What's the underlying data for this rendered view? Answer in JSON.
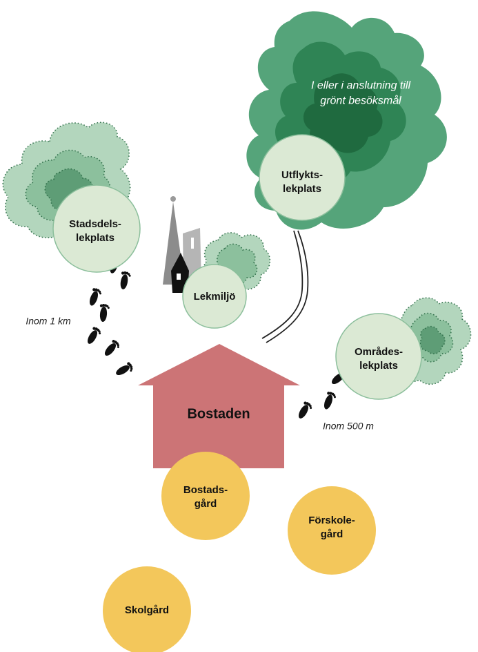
{
  "forest_label": {
    "line1": "I eller i anslutning till",
    "line2": "grönt besöksmål"
  },
  "places": {
    "utflykt": {
      "line1": "Utflykts-",
      "line2": "lekplats"
    },
    "stadsdel": {
      "line1": "Stadsdels-",
      "line2": "lekplats"
    },
    "lekmiljo": {
      "line1": "Lekmiljö"
    },
    "omrade": {
      "line1": "Områdes-",
      "line2": "lekplats"
    },
    "bostaden": {
      "line1": "Bostaden"
    },
    "bostadsgard": {
      "line1": "Bostads-",
      "line2": "gård"
    },
    "forskolegard": {
      "line1": "Förskole-",
      "line2": "gård"
    },
    "skolgard": {
      "line1": "Skolgård"
    }
  },
  "distances": {
    "near": "Inom 500 m",
    "far": "Inom 1 km"
  },
  "colors": {
    "forest_outer": "#55a47a",
    "forest_mid": "#2f8455",
    "forest_inner": "#1f6a3f",
    "play_circle": "#dbe9d4",
    "play_circle_border": "#8cbf9c",
    "bush_light": "#b3d6bd",
    "bush_mid": "#8cc09d",
    "bush_dark": "#5e9d76",
    "house": "#cc7476",
    "yard": "#f3c75b",
    "footprints": "#111111"
  }
}
